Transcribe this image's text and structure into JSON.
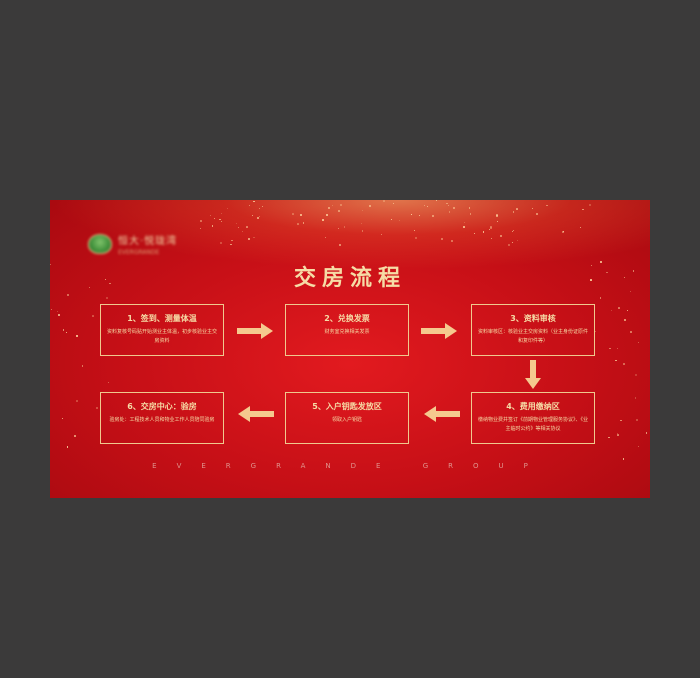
{
  "logo": {
    "name": "恒大·悦珑湾",
    "sub": "EVERGRANDE"
  },
  "title": "交房流程",
  "steps": [
    {
      "title": "1、签到、测量体温",
      "desc": "资料复核号码贴开始测业主体温，初步核验业主交房资料"
    },
    {
      "title": "2、兑换发票",
      "desc": "财务室兑换相关发票"
    },
    {
      "title": "3、资料审核",
      "desc": "资料审核区：核验业主交房资料（业主身份证原件和复印件等）"
    },
    {
      "title": "4、费用缴纳区",
      "desc": "缴纳物业费并签订《前期物业管理服务协议》、《业主临时公约》等相关协议"
    },
    {
      "title": "5、入户钥匙发放区",
      "desc": "领取入户钥匙"
    },
    {
      "title": "6、交房中心：验房",
      "desc": "验房处：工程技术人员和物业工作人员陪同验房"
    }
  ],
  "brand": "EVERGRANDE GROUP",
  "colors": {
    "background": "#3b3a3a",
    "board": "#c50f16",
    "gold": "#f6dca6",
    "arrow": "#f5c98e"
  }
}
